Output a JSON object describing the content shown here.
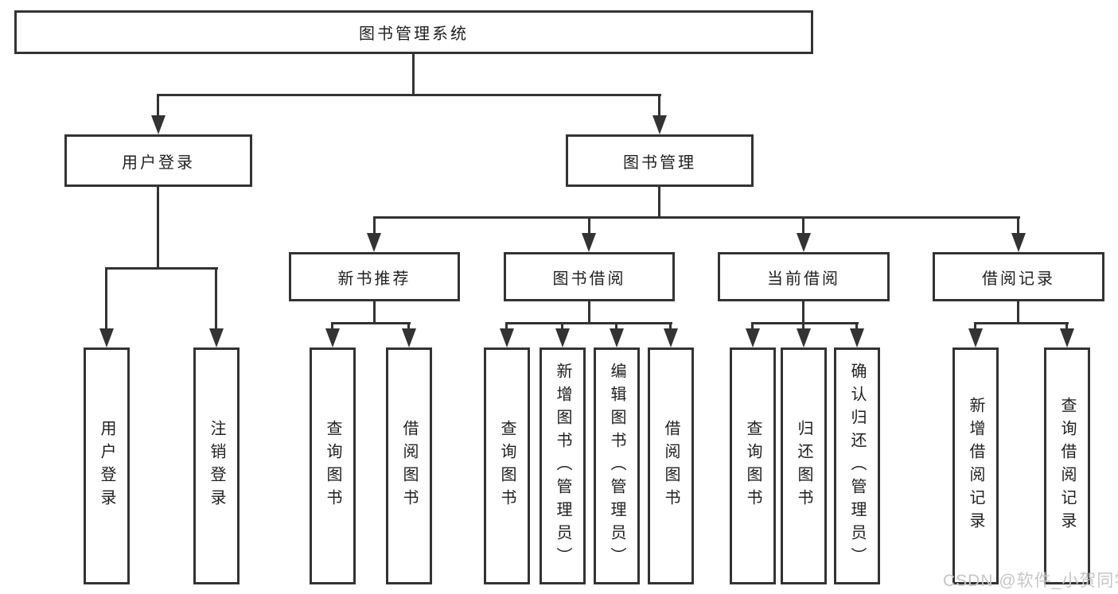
{
  "diagram": {
    "nodes": {
      "root": "图书管理系统",
      "user_login": "用户登录",
      "book_mgmt": "图书管理",
      "new_book_rec": "新书推荐",
      "book_borrow": "图书借阅",
      "current_borrow": "当前借阅",
      "borrow_record": "借阅记录",
      "leaf_user_login": "用户登录",
      "leaf_logout": "注销登录",
      "leaf_query_book_1": "查询图书",
      "leaf_borrow_book_1": "借阅图书",
      "leaf_query_book_2": "查询图书",
      "leaf_add_book": "新增图书（管理员）",
      "leaf_edit_book": "编辑图书（管理员）",
      "leaf_borrow_book_2": "借阅图书",
      "leaf_query_book_3": "查询图书",
      "leaf_return_book": "归还图书",
      "leaf_confirm_return": "确认归还（管理员）",
      "leaf_add_record": "新增借阅记录",
      "leaf_query_record": "查询借阅记录"
    },
    "watermark": "CSDN @软件_小贺同学",
    "colors": {
      "line": "#333333",
      "text": "#1f1f1f",
      "watermark": "#c6c6c6",
      "background": "#ffffff"
    }
  }
}
